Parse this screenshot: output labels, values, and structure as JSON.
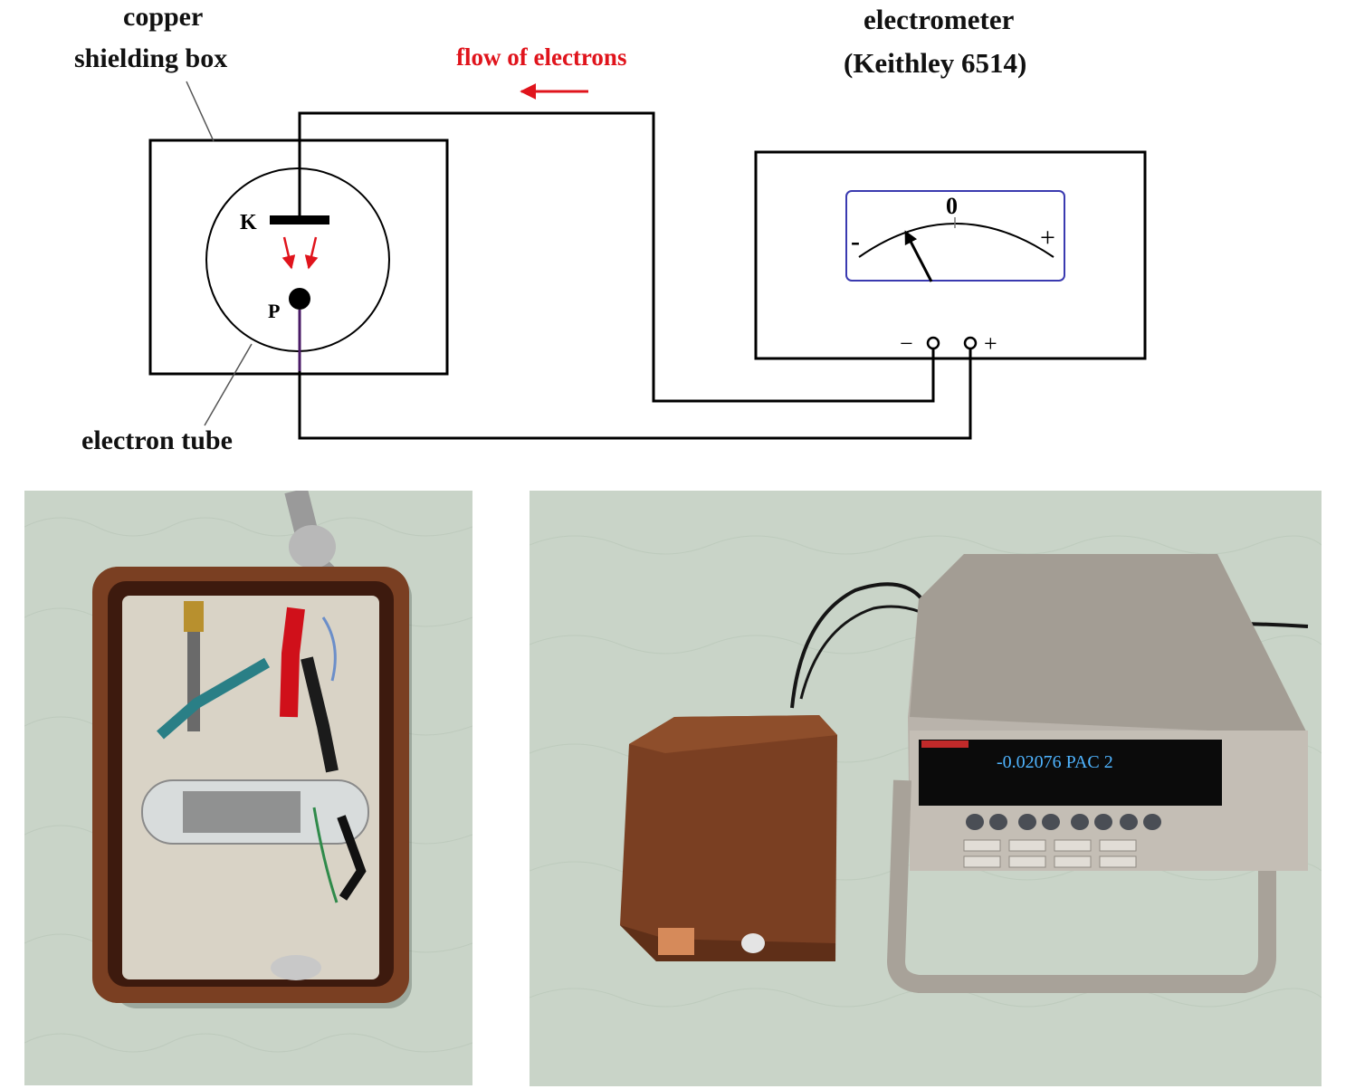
{
  "diagram": {
    "shield_label_line1": "copper",
    "shield_label_line2": "shielding box",
    "flow_label": "flow of electrons",
    "meter_title_line1": "electrometer",
    "meter_title_line2": "(Keithley 6514)",
    "tube_label": "electron tube",
    "cathode_label": "K",
    "plate_label": "P",
    "meter_zero": "0",
    "meter_minus": "-",
    "meter_plus": "+",
    "terminal_minus": "−",
    "terminal_plus": "+"
  },
  "photos": {
    "instrument_display": "-0.02076 PAC 2"
  },
  "colors": {
    "red": "#e0141c",
    "line": "#000000",
    "gauge_border": "#3a3ab0",
    "photo_bg": "#c9d4c8",
    "copper": "#7a3f22",
    "instrument_gray": "#b9b3ab",
    "display_text": "#4fb4ff"
  }
}
